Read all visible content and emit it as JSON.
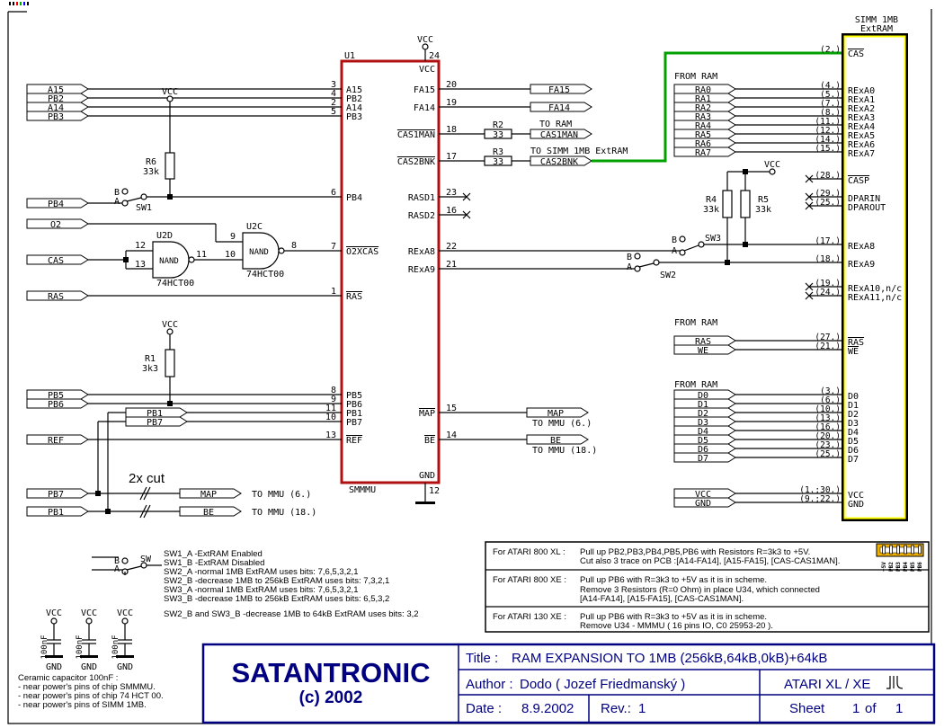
{
  "u1": {
    "ref": "U1",
    "part": "SMMMU",
    "vcc_label": "VCC",
    "gnd_label": "GND",
    "vcc_pin": "24",
    "gnd_pin": "12",
    "left_pins": [
      {
        "name": "A15",
        "pin": "3"
      },
      {
        "name": "PB2",
        "pin": "4"
      },
      {
        "name": "A14",
        "pin": "2"
      },
      {
        "name": "PB3",
        "pin": "5"
      },
      {
        "name": "PB4",
        "pin": "6"
      },
      {
        "name": "O2XCAS",
        "pin": "7",
        "active_low": true
      },
      {
        "name": "RAS",
        "pin": "1",
        "active_low": true
      },
      {
        "name": "PB5",
        "pin": "8"
      },
      {
        "name": "PB6",
        "pin": "9"
      },
      {
        "name": "PB1",
        "pin": "11"
      },
      {
        "name": "PB7",
        "pin": "10"
      },
      {
        "name": "REF",
        "pin": "13",
        "active_low": true
      }
    ],
    "right_pins": [
      {
        "name": "FA15",
        "pin": "20"
      },
      {
        "name": "FA14",
        "pin": "19"
      },
      {
        "name": "CAS1MAN",
        "pin": "18",
        "active_low": true
      },
      {
        "name": "CAS2BNK",
        "pin": "17",
        "active_low": true
      },
      {
        "name": "RASD1",
        "pin": "23"
      },
      {
        "name": "RASD2",
        "pin": "16"
      },
      {
        "name": "RExA8",
        "pin": "22"
      },
      {
        "name": "RExA9",
        "pin": "21"
      },
      {
        "name": "MAP",
        "pin": "15",
        "active_low": true
      },
      {
        "name": "BE",
        "pin": "14",
        "active_low": true
      }
    ]
  },
  "left_ports": [
    "A15",
    "PB2",
    "A14",
    "PB3",
    "PB4",
    "O2",
    "CAS",
    "RAS",
    "PB5",
    "PB6",
    "REF",
    "PB7",
    "PB1"
  ],
  "mid_ports": [
    "PB1",
    "PB7"
  ],
  "gates": [
    {
      "ref": "U2D",
      "type": "NAND",
      "part": "74HCT00",
      "pins": [
        "12",
        "13",
        "11"
      ]
    },
    {
      "ref": "U2C",
      "type": "NAND",
      "part": "74HCT00",
      "pins": [
        "9",
        "10",
        "8"
      ]
    }
  ],
  "resistors": [
    {
      "ref": "R6",
      "value": "33k"
    },
    {
      "ref": "R1",
      "value": "3k3"
    },
    {
      "ref": "R2",
      "value": "33"
    },
    {
      "ref": "R3",
      "value": "33"
    },
    {
      "ref": "R4",
      "value": "33k"
    },
    {
      "ref": "R5",
      "value": "33k"
    }
  ],
  "switches": [
    {
      "ref": "SW1",
      "a": "A",
      "b": "B"
    },
    {
      "ref": "SW2",
      "a": "A",
      "b": "B"
    },
    {
      "ref": "SW3",
      "a": "A",
      "b": "B"
    }
  ],
  "vcc": "VCC",
  "right_ports": {
    "fa15": "FA15",
    "fa14": "FA14",
    "cas1man": "CAS1MAN",
    "cas2bnk": "CAS2BNK",
    "to_ram": "TO RAM",
    "to_simm": "TO SIMM 1MB ExtRAM",
    "map": "MAP",
    "be": "BE",
    "map_note": "TO MMU (6.)",
    "be_note": "TO MMU (18.)"
  },
  "bottom": {
    "cut_label": "2x cut",
    "map": "MAP",
    "be": "BE",
    "map_note": "TO MMU (6.)",
    "be_note": "TO MMU (18.)"
  },
  "from_ram_label": "FROM RAM",
  "ram_ports": {
    "ra": [
      "RA0",
      "RA1",
      "RA2",
      "RA3",
      "RA4",
      "RA5",
      "RA6",
      "RA7"
    ],
    "ctrl": [
      "RAS",
      "WE"
    ],
    "d": [
      "D0",
      "D1",
      "D2",
      "D3",
      "D4",
      "D5",
      "D6",
      "D7"
    ],
    "pwr": [
      "VCC",
      "GND"
    ]
  },
  "simm": {
    "title": "SIMM 1MB",
    "subtitle": "ExtRAM",
    "pins": [
      {
        "name": "CAS",
        "num": "(2.)",
        "active_low": true
      },
      {
        "name": "RExA0",
        "num": "(4.)"
      },
      {
        "name": "RExA1",
        "num": "(5.)"
      },
      {
        "name": "RExA2",
        "num": "(7.)"
      },
      {
        "name": "RExA3",
        "num": "(8.)"
      },
      {
        "name": "RExA4",
        "num": "(11.)"
      },
      {
        "name": "RExA5",
        "num": "(12.)"
      },
      {
        "name": "RExA6",
        "num": "(14.)"
      },
      {
        "name": "RExA7",
        "num": "(15.)"
      },
      {
        "name": "CASP",
        "num": "(28.)",
        "active_low": true,
        "nc": true
      },
      {
        "name": "DPARIN",
        "num": "(29.)",
        "nc": true
      },
      {
        "name": "DPAROUT",
        "num": "(25.)",
        "nc": true
      },
      {
        "name": "RExA8",
        "num": "(17.)"
      },
      {
        "name": "RExA9",
        "num": "(18.)"
      },
      {
        "name": "RExA10,n/c",
        "num": "(19.)",
        "nc": true
      },
      {
        "name": "RExA11,n/c",
        "num": "(24.)",
        "nc": true
      },
      {
        "name": "RAS",
        "num": "(27.)",
        "active_low": true
      },
      {
        "name": "WE",
        "num": "(21.)",
        "active_low": true
      },
      {
        "name": "D0",
        "num": "(3.)"
      },
      {
        "name": "D1",
        "num": "(6.)"
      },
      {
        "name": "D2",
        "num": "(10.)"
      },
      {
        "name": "D3",
        "num": "(13.)"
      },
      {
        "name": "D4",
        "num": "(16.)"
      },
      {
        "name": "D5",
        "num": "(20.)"
      },
      {
        "name": "D6",
        "num": "(23.)"
      },
      {
        "name": "D7",
        "num": "(25.)"
      },
      {
        "name": "VCC",
        "num": "(1.;30.)"
      },
      {
        "name": "GND",
        "num": "(9.;22.)"
      }
    ]
  },
  "legend": {
    "symbol": {
      "a": "A",
      "b": "B",
      "sw": "SW"
    },
    "lines": [
      "SW1_A  -ExtRAM Enabled",
      "SW1_B  -ExtRAM Disabled",
      "SW2_A  -normal 1MB ExtRAM uses bits: 7,6,5,3,2,1",
      "SW2_B  -decrease 1MB to 256kB ExtRAM uses bits: 7,3,2,1",
      "SW3_A  -normal 1MB ExtRAM uses bits: 7,6,5,3,2,1",
      "SW3_B  -decrease 1MB to 256kB ExtRAM uses bits: 6,5,3,2",
      "SW2_B and SW3_B -decrease 1MB to 64kB ExtRAM uses bits: 3,2"
    ]
  },
  "capacitors": {
    "value": "100nF",
    "vcc": "VCC",
    "gnd": "GND",
    "notes": [
      "Ceramic capacitor 100nF :",
      "- near power's pins of chip SMMMU.",
      "- near power's pins of chip 74 HCT 00.",
      "- near power's pins of SIMM 1MB."
    ]
  },
  "notes_box": [
    {
      "label": "For ATARI 800 XL :",
      "lines": [
        "Pull up PB2,PB3,PB4,PB5,PB6 with Resistors R=3k3 to +5V.",
        "Cut also 3 trace on PCB :[A14-FA14], [A15-FA15], [CAS-CAS1MAN]."
      ]
    },
    {
      "label": "For ATARI 800 XE :",
      "lines": [
        "Pull up PB6 with R=3k3 to +5V as it is in scheme.",
        "Remove 3 Resistors (R=0 Ohm) in place U34, which connected",
        "[A14-FA14], [A15-FA15], [CAS-CAS1MAN]."
      ]
    },
    {
      "label": "For ATARI 130 XE :",
      "lines": [
        "Pull up PB6 with R=3k3 to +5V as it is in scheme.",
        "Remove U34 - MMMU ( 16 pins IO, C0 25953-20 )."
      ]
    }
  ],
  "connector_pins": [
    "+5V",
    "PB2",
    "PB3",
    "PB4",
    "PB5",
    "PB6"
  ],
  "title_block": {
    "company": "SATANTRONIC",
    "copyright": "(c) 2002",
    "title_label": "Title :",
    "title": "RAM EXPANSION TO 1MB   (256kB,64kB,0kB)+64kB",
    "author_label": "Author :",
    "author": "Dodo  ( Jozef Friedmanský )",
    "platform": "ATARI XL / XE",
    "date_label": "Date :",
    "date": "8.9.2002",
    "rev_label": "Rev.:",
    "rev": "1",
    "sheet_label": "Sheet",
    "sheet": "1",
    "of_label": "of",
    "sheets": "1"
  },
  "colors": {
    "chip_border": "#b01010",
    "simm_border": "#ffff00",
    "cas_net": "#00a000",
    "title_block": "#000080",
    "connector": "#f0b000"
  }
}
